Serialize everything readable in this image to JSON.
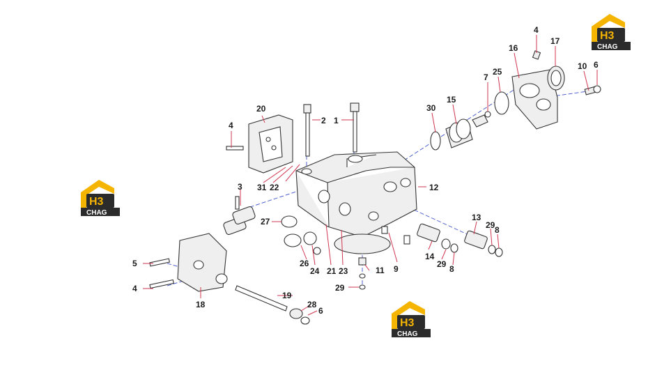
{
  "logos": [
    {
      "id": "logo-top-right",
      "letters": "H3",
      "sub": "CHAG"
    },
    {
      "id": "logo-left",
      "letters": "H3",
      "sub": "CHAG"
    },
    {
      "id": "logo-bottom",
      "letters": "H3",
      "sub": "CHAG"
    }
  ],
  "colors": {
    "accent": "#f5b400",
    "logo_dark": "#2b2b2b",
    "leader": "#d0344e",
    "axis": "#3a4fc8"
  },
  "callouts": {
    "c1": "1",
    "c2": "2",
    "c3": "3",
    "c4a": "4",
    "c4b": "4",
    "c4c": "4",
    "c5": "5",
    "c6a": "6",
    "c6b": "6",
    "c7": "7",
    "c8a": "8",
    "c8b": "8",
    "c9": "9",
    "c10": "10",
    "c11": "11",
    "c12": "12",
    "c13": "13",
    "c14": "14",
    "c15": "15",
    "c16": "16",
    "c17": "17",
    "c18": "18",
    "c19": "19",
    "c20": "20",
    "c21": "21",
    "c22": "22",
    "c23": "23",
    "c24": "24",
    "c25": "25",
    "c26": "26",
    "c27": "27",
    "c28": "28",
    "c29a": "29",
    "c29b": "29",
    "c29c": "29",
    "c30": "30",
    "c31": "31"
  }
}
